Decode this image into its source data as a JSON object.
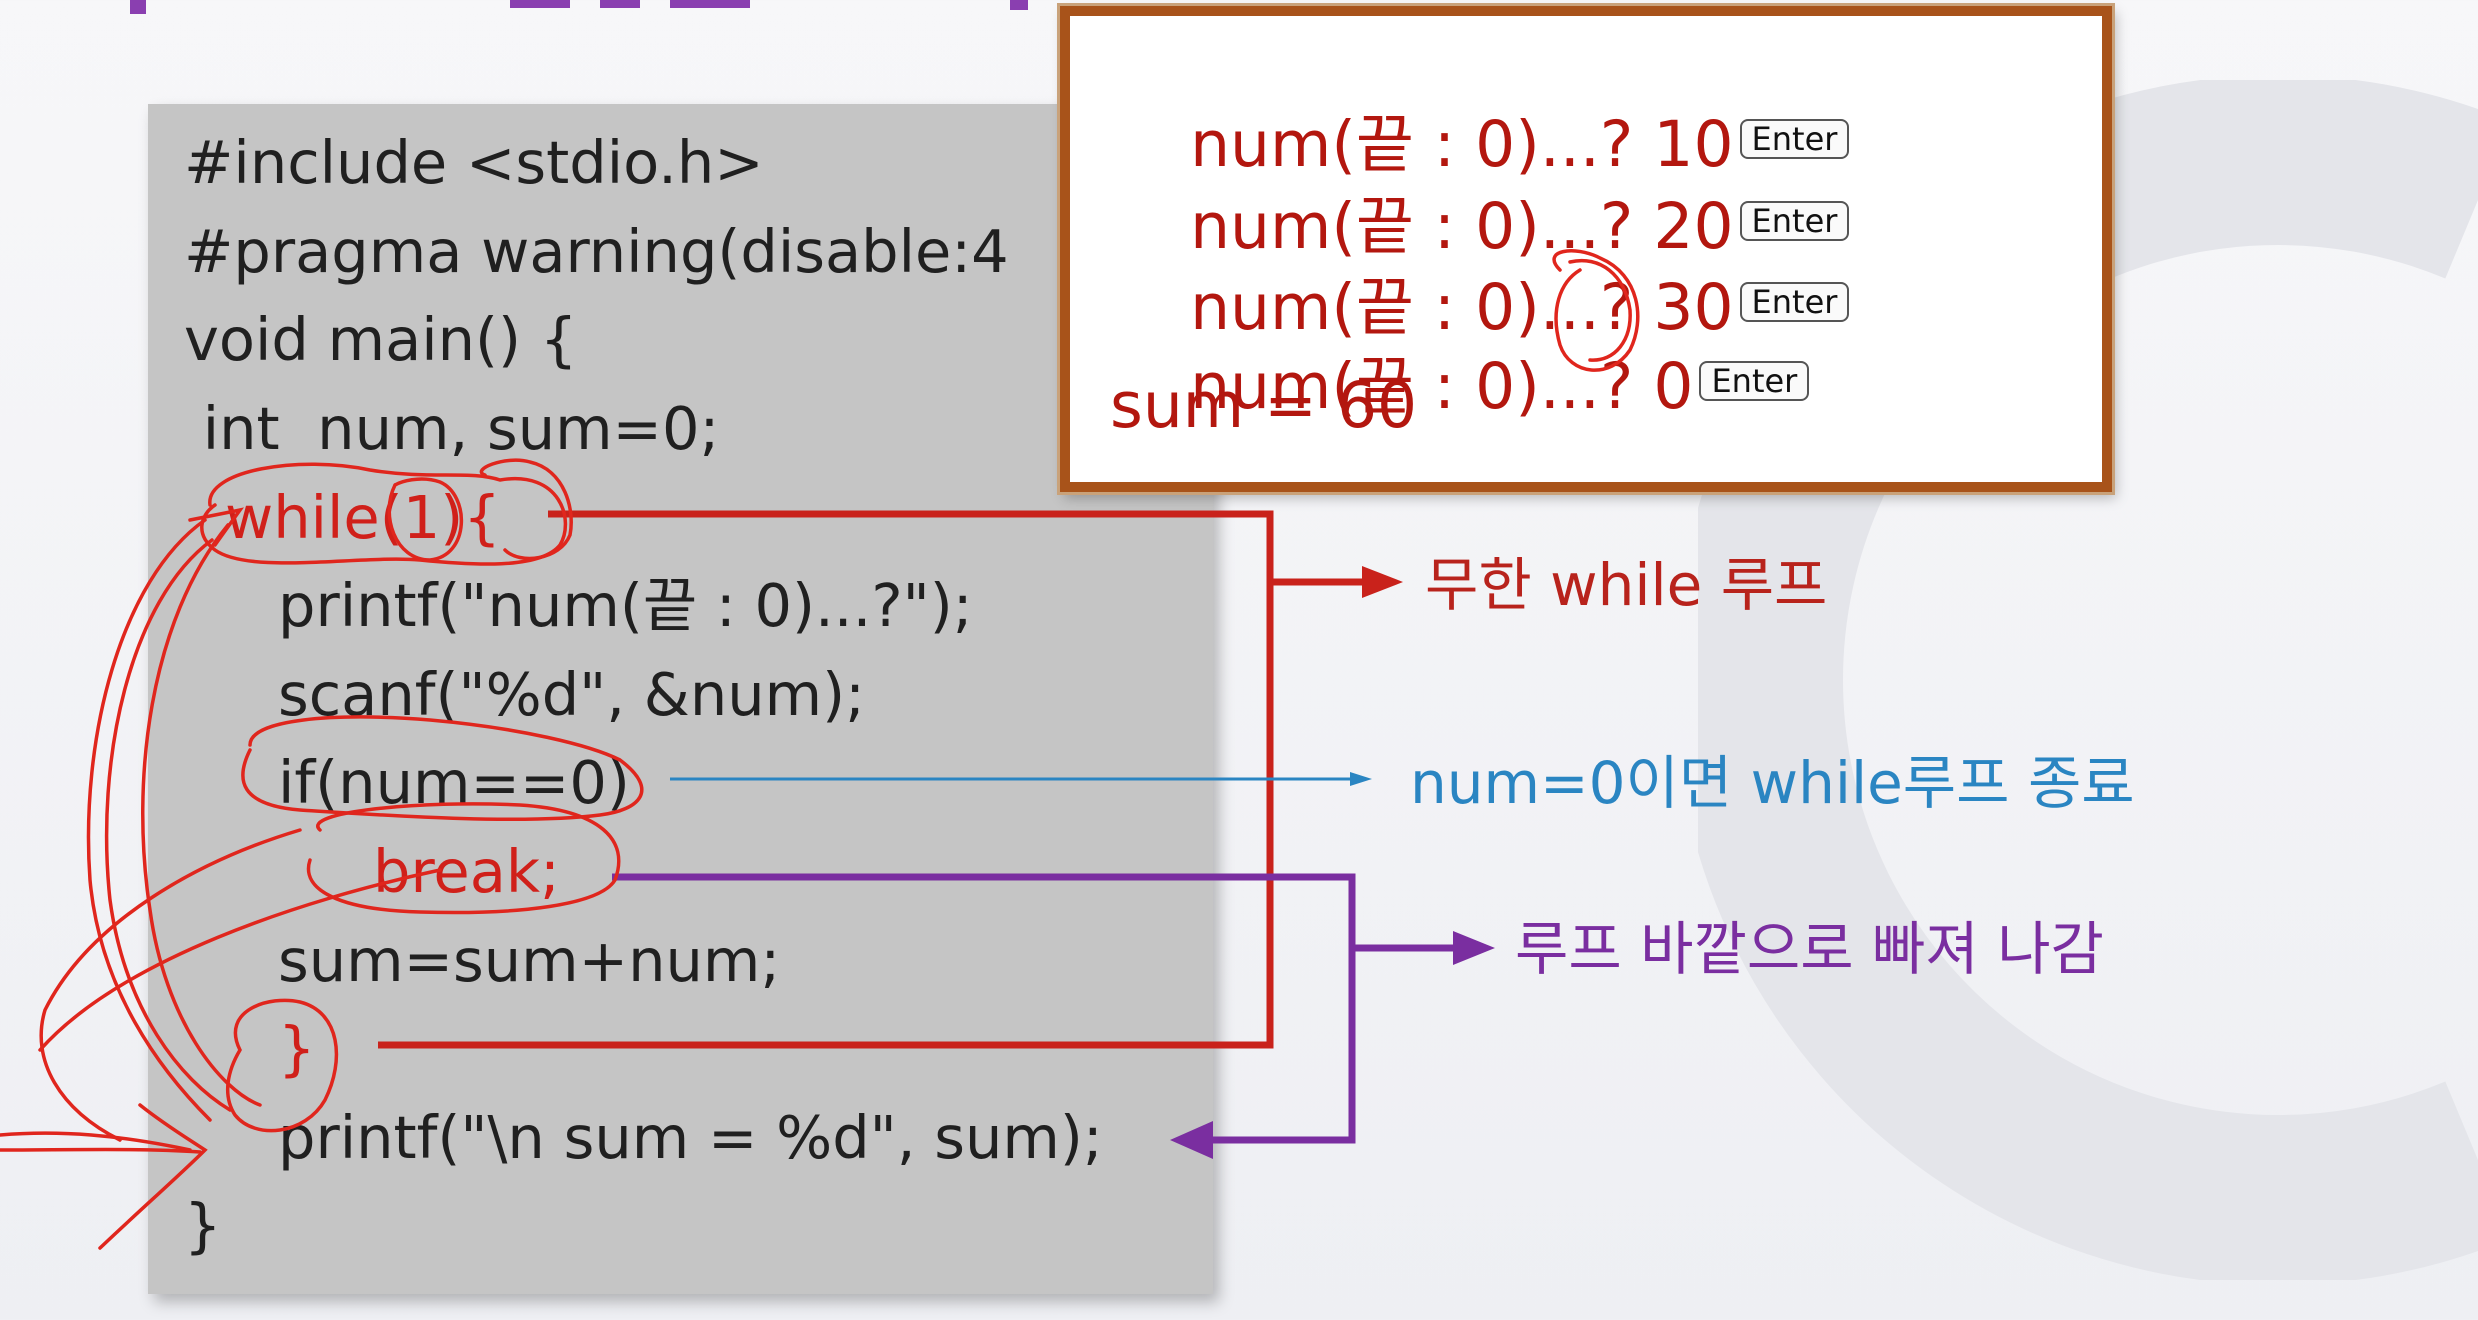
{
  "code": {
    "lines": [
      "#include <stdio.h>",
      "#pragma warning(disable:4",
      "void main() {",
      " int  num, sum=0;",
      "while(1){",
      "printf(\"num(끝 : 0)...?\");",
      "scanf(\"%d\", &num);",
      "if(num==0)",
      "break;",
      "sum=sum+num;",
      "}",
      "printf(\"\\n sum = %d\", sum);",
      "}"
    ]
  },
  "console": {
    "lines": [
      {
        "text": "num(끝 : 0)...? 10",
        "key": "Enter"
      },
      {
        "text": "num(끝 : 0)...? 20",
        "key": "Enter"
      },
      {
        "text": "num(끝 : 0)...? 30",
        "key": "Enter"
      },
      {
        "text": "num(끝 : 0)...? 0",
        "key": "Enter"
      },
      {
        "text": "sum = 60"
      }
    ]
  },
  "annotations": {
    "infinite_loop": "무한 while 루프",
    "exit_condition": "num=0이면 while루프 종료",
    "break_out": "루프 바깥으로 빠져 나감"
  },
  "colors": {
    "red": "#d0201a",
    "blue": "#2a85c2",
    "purple": "#7a2ea0",
    "console_border": "#a8531a"
  }
}
